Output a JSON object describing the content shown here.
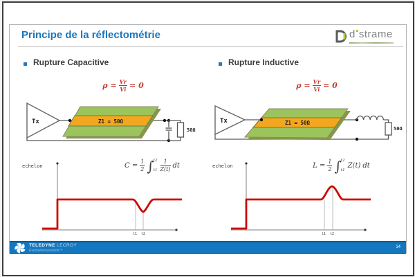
{
  "header": {
    "title": "Principe de la réflectométrie"
  },
  "distrame_logo": {
    "prefix": "d",
    "rest": "strame"
  },
  "footer": {
    "brand": "TELEDYNE",
    "brand2": "LECROY",
    "tagline": "Everywhereyoulook™",
    "page": "14"
  },
  "left": {
    "heading": "Rupture Capacitive",
    "rho": {
      "sym": "ρ =",
      "num": "Vr",
      "den": "Vi",
      "tail": "= 0"
    },
    "tx": "Tx",
    "line": "Z1 = 50Ω",
    "load": "50Ω",
    "axis": "echelon",
    "t1": "t1",
    "t2": "t2",
    "formula": {
      "lhs": "C =",
      "fnum": "1",
      "fden": "2",
      "int": "∫",
      "upper": "t2",
      "lower": "t1",
      "inum": "1",
      "iden": "Z(t)",
      "tail": "dt"
    }
  },
  "right": {
    "heading": "Rupture Inductive",
    "rho": {
      "sym": "ρ =",
      "num": "Vr",
      "den": "Vi",
      "tail": "= 0"
    },
    "tx": "Tx",
    "line": "Z1 = 50Ω",
    "load": "50Ω",
    "axis": "echelon",
    "t1": "t1",
    "t2": "t2",
    "formula": {
      "lhs": "L =",
      "fnum": "1",
      "fden": "2",
      "int": "∫",
      "upper": "t2",
      "lower": "t1",
      "integrand": "Z(t)",
      "tail": "dt"
    }
  },
  "colors": {
    "accent_blue": "#1b76bd",
    "footer_blue": "#1478c0",
    "signal_red": "#cb0a00",
    "formula_red": "#c7392e",
    "trace_green": "#9cc45c",
    "trace_orange": "#f2a71f"
  }
}
